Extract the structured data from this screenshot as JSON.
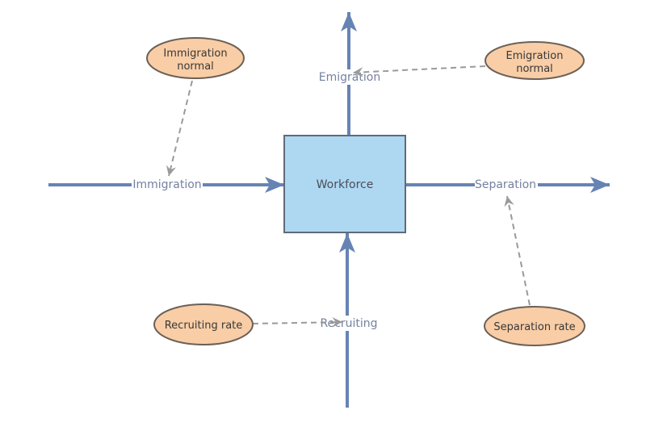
{
  "diagram": {
    "type": "stock-and-flow",
    "stock": {
      "label": "Workforce"
    },
    "flows": [
      {
        "name": "immigration-inflow",
        "label": "Immigration",
        "direction": "into stock from left"
      },
      {
        "name": "emigration-outflow",
        "label": "Emigration",
        "direction": "out of stock to top"
      },
      {
        "name": "recruiting-inflow",
        "label": "Recruiting",
        "direction": "into stock from bottom"
      },
      {
        "name": "separation-outflow",
        "label": "Separation",
        "direction": "out of stock to right"
      }
    ],
    "converters": [
      {
        "name": "immigration-normal",
        "line1": "Immigration",
        "line2": "normal",
        "connects_to": "Immigration"
      },
      {
        "name": "emigration-normal",
        "line1": "Emigration",
        "line2": "normal",
        "connects_to": "Emigration"
      },
      {
        "name": "recruiting-rate",
        "line1": "Recruiting rate",
        "line2": "",
        "connects_to": "Recruiting"
      },
      {
        "name": "separation-rate",
        "line1": "Separation rate",
        "line2": "",
        "connects_to": "Separation"
      }
    ],
    "colors": {
      "flow_arrow": "#6683B4",
      "stock_fill": "#AED7F2",
      "stock_border": "#5F6B78",
      "converter_fill": "#F9CDA6",
      "converter_border": "#6B6057",
      "connector": "#9A9A9A",
      "flow_label_text": "#75819E",
      "stock_label_text": "#4A4E57",
      "converter_label_text": "#383838",
      "background": "#FFFFFF"
    }
  }
}
